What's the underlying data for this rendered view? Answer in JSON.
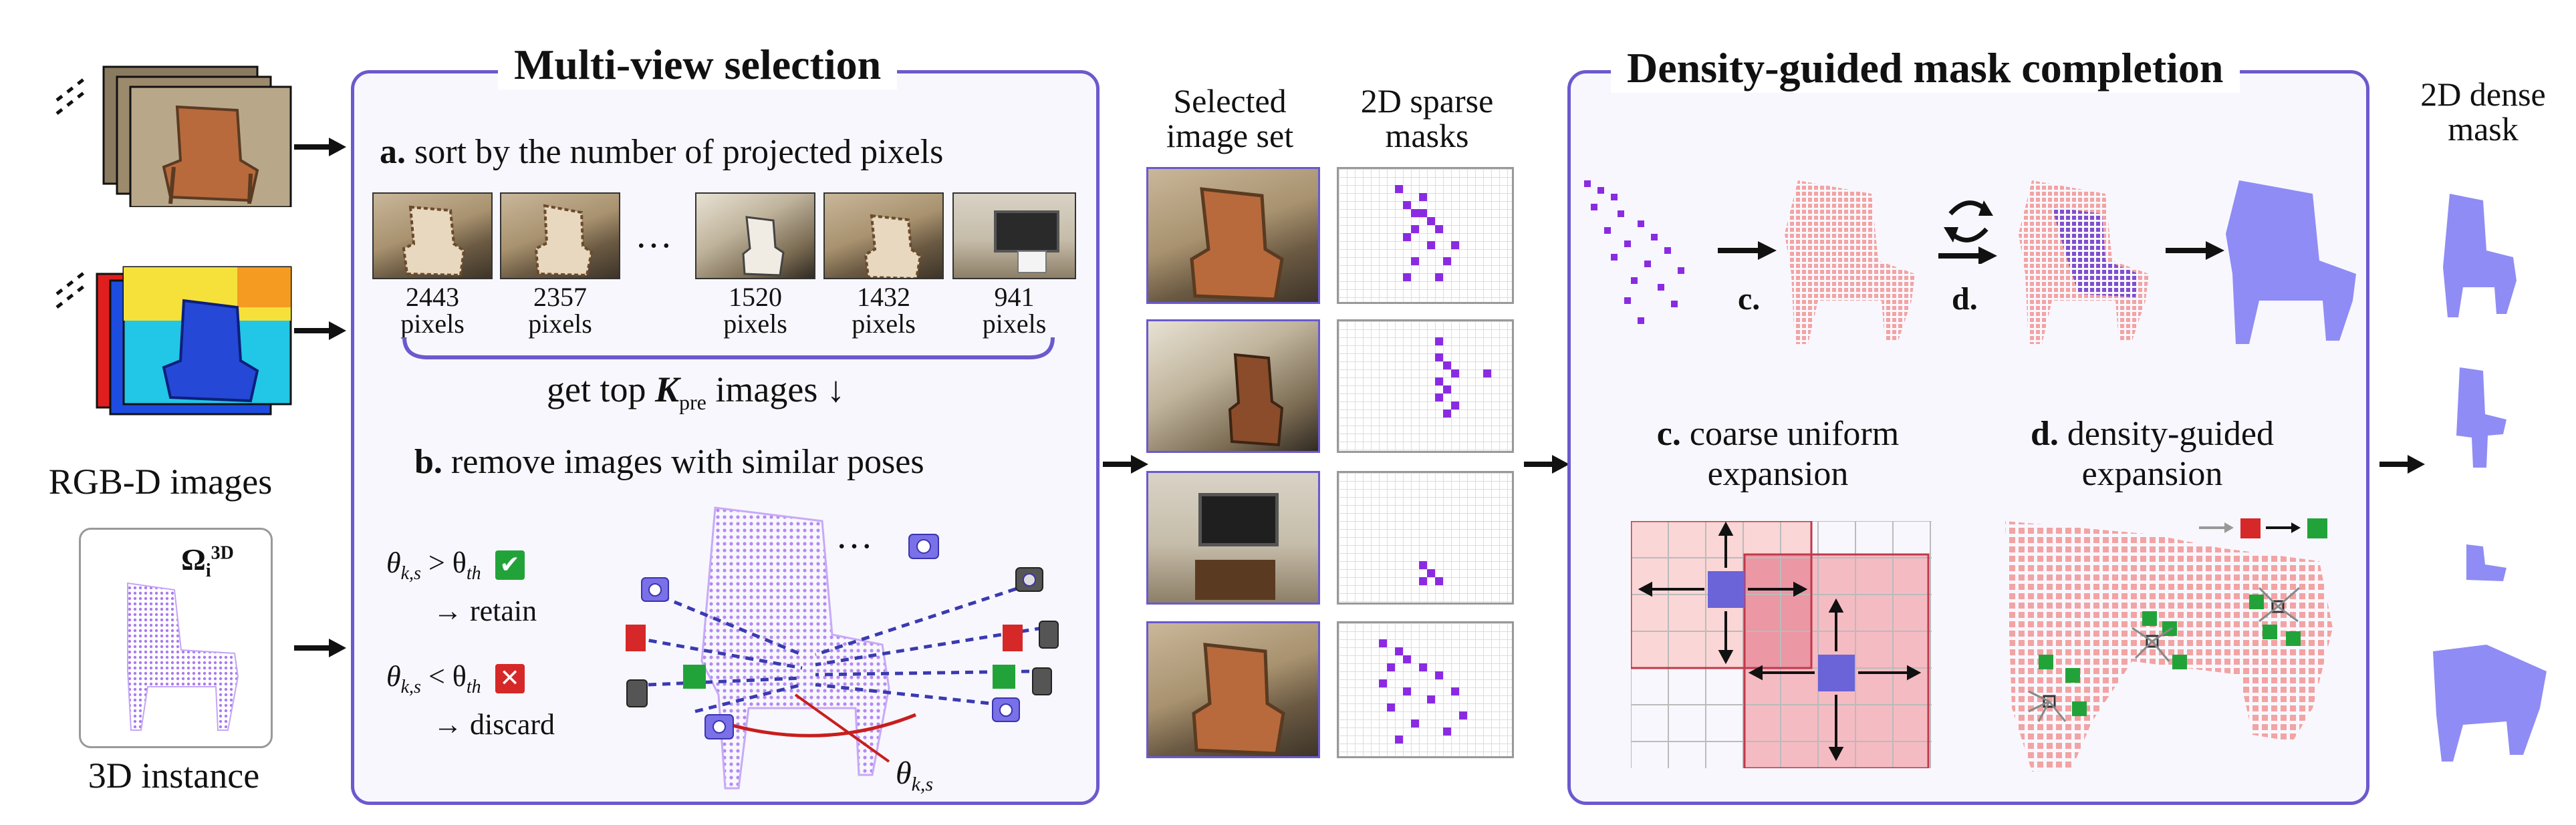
{
  "left": {
    "rgbd_label": "RGB-D images",
    "instance_label": "3D instance",
    "omega_symbol": "Ω",
    "omega_sub": "i",
    "omega_sup": "3D"
  },
  "mvs": {
    "title": "Multi-view selection",
    "step_a_letter": "a.",
    "step_a_text": "sort by the number of projected pixels",
    "counts": [
      "2443",
      "2357",
      "1520",
      "1432",
      "941"
    ],
    "pixels_word": "pixels",
    "ellipsis": "…",
    "topk_prefix": "get top",
    "topk_k": "K",
    "topk_sub": "pre",
    "topk_suffix": "images ↓",
    "step_b_letter": "b.",
    "step_b_text": "remove images with similar poses",
    "cond1_theta": "θ",
    "cond1_sub": "k,s",
    "cond1_op": " > θ",
    "cond1_th": "th",
    "cond1_action": "→ retain",
    "cond2_theta": "θ",
    "cond2_sub": "k,s",
    "cond2_op": " < θ",
    "cond2_th": "th",
    "cond2_action": "→ discard",
    "angle_theta": "θ",
    "angle_sub": "k,s",
    "cloud_ellipsis": "…",
    "check_glyph": "✔",
    "cross_glyph": "✕"
  },
  "middle": {
    "selected_line1": "Selected",
    "selected_line2": "image set",
    "masks_line1": "2D sparse",
    "masks_line2": "masks"
  },
  "dgmc": {
    "title": "Density-guided mask completion",
    "step_c_short": "c.",
    "step_d_short": "d.",
    "step_c_letter": "c.",
    "step_c_line1": "coarse uniform",
    "step_c_line2": "expansion",
    "step_d_letter": "d.",
    "step_d_line1": "density-guided",
    "step_d_line2": "expansion"
  },
  "right": {
    "line1": "2D dense",
    "line2": "mask"
  },
  "colors": {
    "accent": "#6a5acd",
    "point_purple": "#8a2be2",
    "point_pink": "#f4a6a6",
    "dense_mask": "#8f8cf5",
    "check_green": "#22a33a",
    "cross_red": "#d62828"
  }
}
